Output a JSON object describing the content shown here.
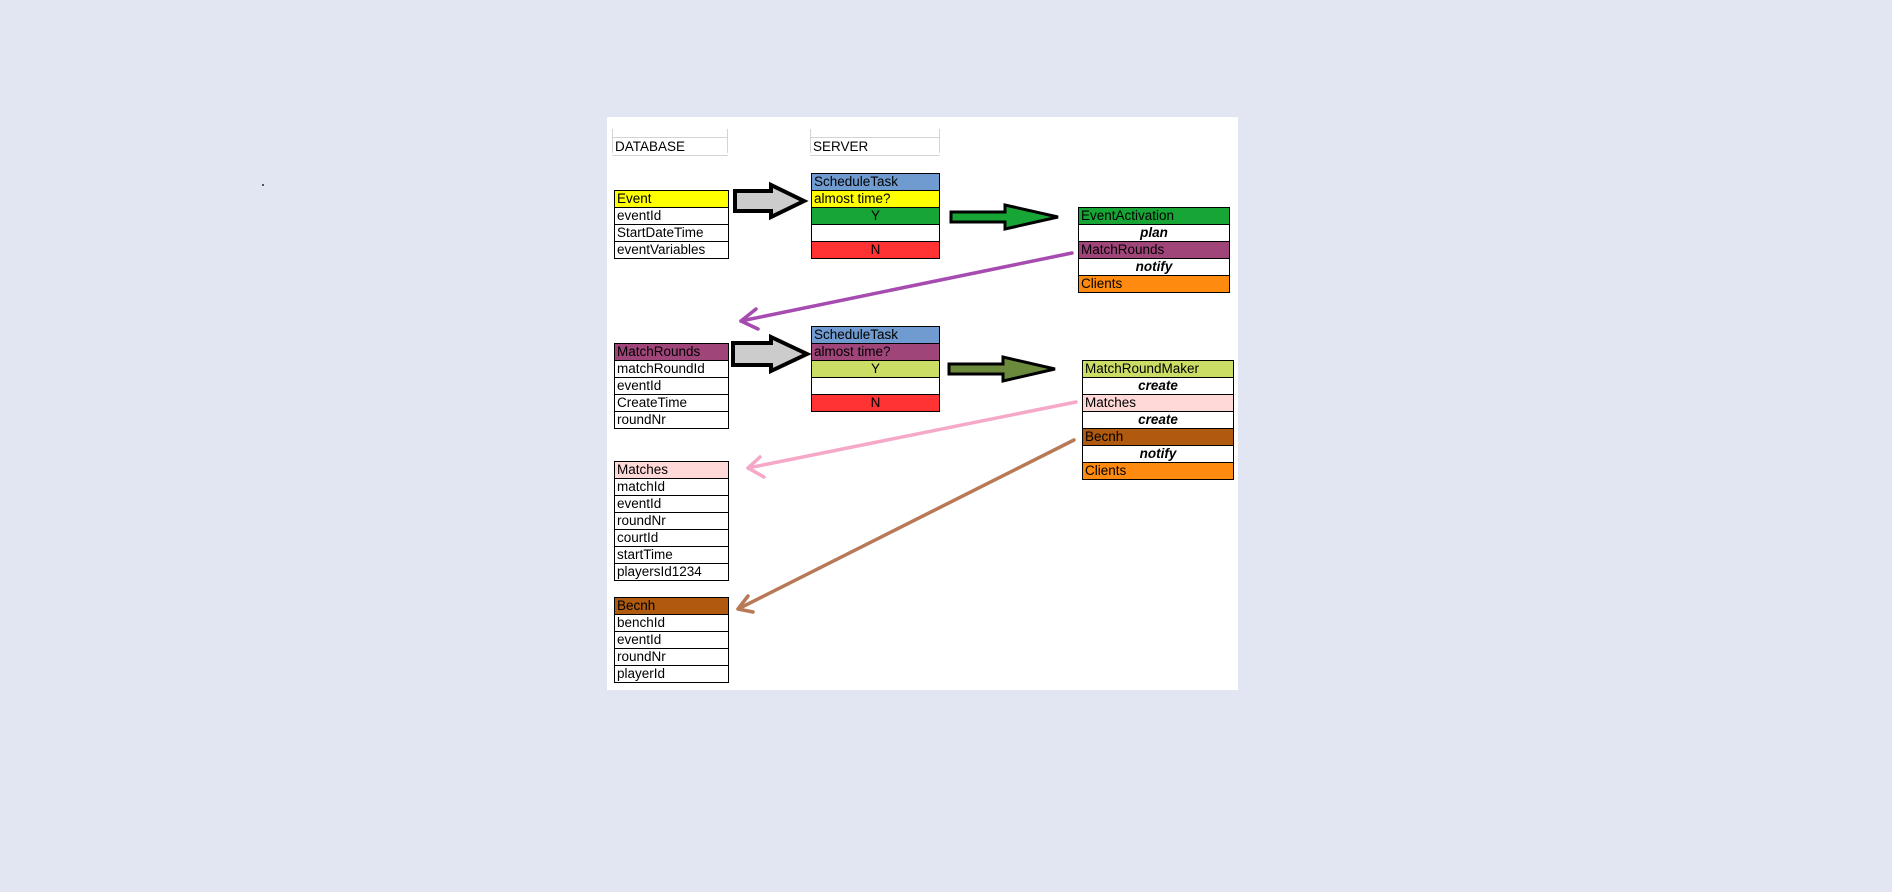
{
  "headers": {
    "database": "DATABASE",
    "server": "SERVER"
  },
  "colors": {
    "background": "#e1e6f2",
    "yellow": "#ffff00",
    "blue": "#6f9bd0",
    "green": "#17a535",
    "red": "#ff3333",
    "purple": "#a0457a",
    "lightgreen": "#ccdd66",
    "pink": "#ffd8d8",
    "brown": "#b05a10",
    "orange": "#ff8a10",
    "arrow_purple": "#a64bb0",
    "arrow_pink": "#f6a8c8",
    "arrow_brown": "#b87a56",
    "arrow_olive": "#6b8a3c",
    "arrow_grey": "#cccccc"
  },
  "tables": {
    "event": {
      "title": "Event",
      "fields": [
        "eventId",
        "StartDateTime",
        "eventVariables"
      ]
    },
    "matchRounds": {
      "title": "MatchRounds",
      "fields": [
        "matchRoundId",
        "eventId",
        "CreateTime",
        "roundNr"
      ]
    },
    "matches": {
      "title": "Matches",
      "fields": [
        "matchId",
        "eventId",
        "roundNr",
        "courtId",
        "startTime",
        "playersId1234"
      ]
    },
    "bench": {
      "title": "Becnh",
      "fields": [
        "benchId",
        "eventId",
        "roundNr",
        "playerId"
      ]
    }
  },
  "server": {
    "task1": {
      "title": "ScheduleTask",
      "question": "almost time?",
      "yes": "Y",
      "no": "N"
    },
    "task2": {
      "title": "ScheduleTask",
      "question": "almost time?",
      "yes": "Y",
      "no": "N"
    }
  },
  "activation": {
    "title": "EventActivation",
    "verb1": "plan",
    "target1": "MatchRounds",
    "verb2": "notify",
    "target2": "Clients"
  },
  "maker": {
    "title": "MatchRoundMaker",
    "verb1": "create",
    "target1": "Matches",
    "verb2": "create",
    "target2": "Becnh",
    "verb3": "notify",
    "target3": "Clients"
  }
}
